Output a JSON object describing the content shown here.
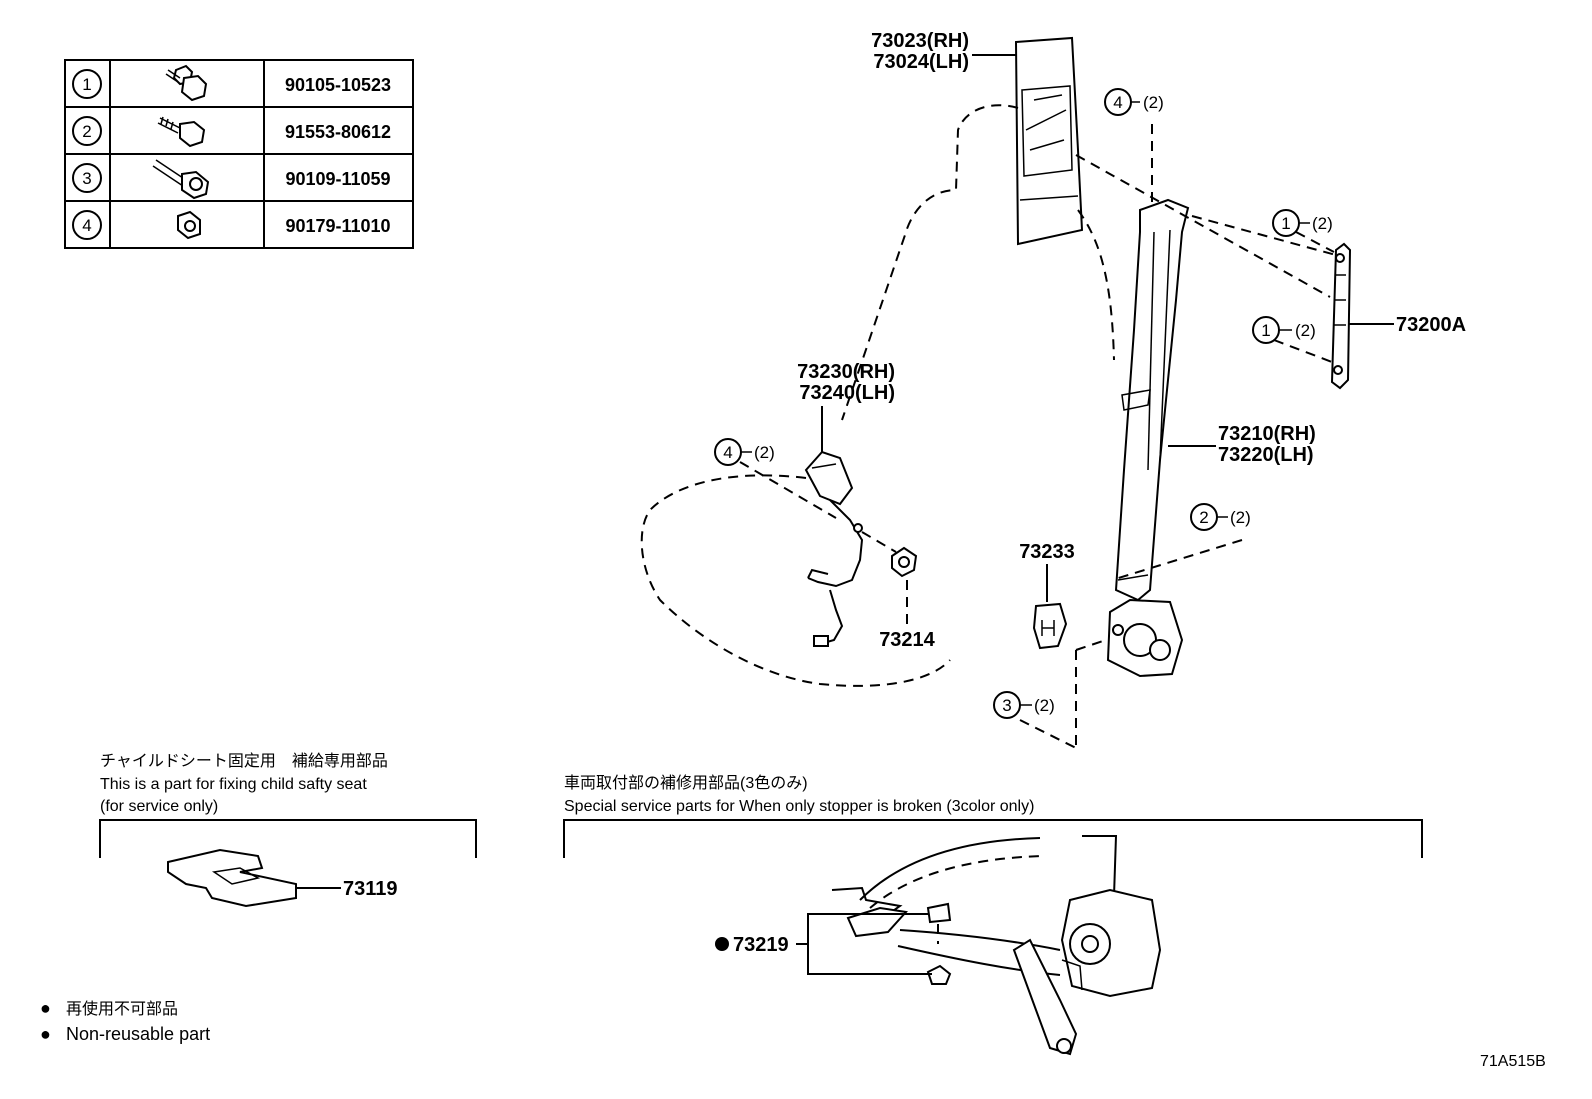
{
  "fastener_table": [
    {
      "num": "1",
      "part": "90105-10523"
    },
    {
      "num": "2",
      "part": "91553-80612"
    },
    {
      "num": "3",
      "part": "90109-11059"
    },
    {
      "num": "4",
      "part": "90179-11010"
    }
  ],
  "callouts": {
    "trim_rh": "73023(RH)",
    "trim_lh": "73024(LH)",
    "anchor_adjuster": "73200A",
    "belt_rh": "73210(RH)",
    "belt_lh": "73220(LH)",
    "buckle_rh": "73230(RH)",
    "buckle_lh": "73240(LH)",
    "cover": "73233",
    "nut_part": "73214",
    "child_bracket": "73119",
    "stopper": "73219"
  },
  "fastener_refs": {
    "q4_top": {
      "num": "4",
      "qty": "(2)"
    },
    "q1_upper": {
      "num": "1",
      "qty": "(2)"
    },
    "q1_lower": {
      "num": "1",
      "qty": "(2)"
    },
    "q4_buckle": {
      "num": "4",
      "qty": "(2)"
    },
    "q2_belt": {
      "num": "2",
      "qty": "(2)"
    },
    "q3_belt": {
      "num": "3",
      "qty": "(2)"
    }
  },
  "child_seat": {
    "jp": "チャイルドシート固定用　補給専用部品",
    "en1": "This is a part for fixing child safty seat",
    "en2": "(for service only)"
  },
  "special_service": {
    "jp": "車両取付部の補修用部品(3色のみ)",
    "en": "Special service parts for When only stopper is broken (3color only)"
  },
  "legend": {
    "bullet": "●",
    "jp": "再使用不可部品",
    "en": "Non-reusable part"
  },
  "figure_code": "71A515B"
}
